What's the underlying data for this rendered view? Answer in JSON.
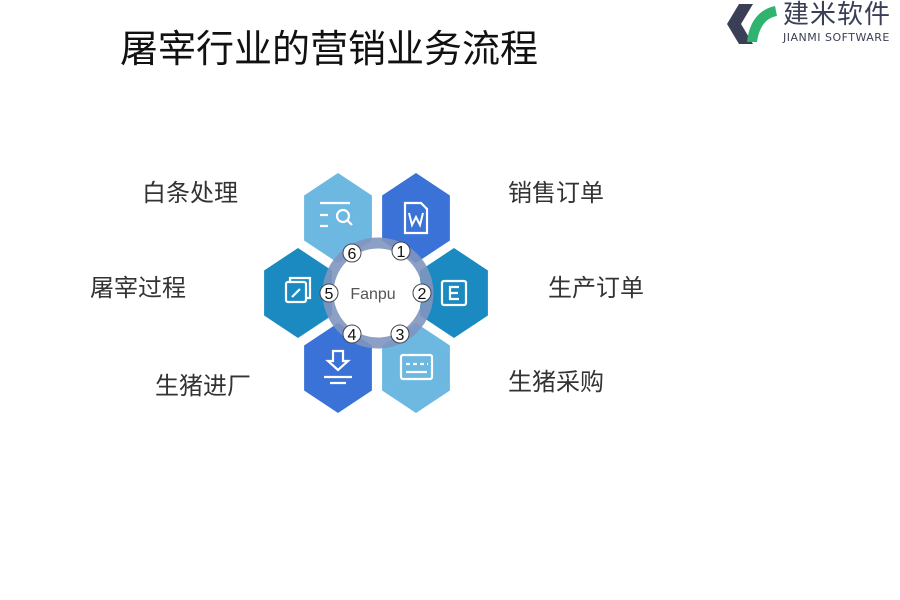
{
  "title": "屠宰行业的营销业务流程",
  "logo": {
    "cn": "建米软件",
    "en": "JIANMI SOFTWARE"
  },
  "center": "Fanpu",
  "steps": [
    {
      "num": "1",
      "label": "销售订单",
      "icon": "word-document-icon",
      "color": "#3a72d8"
    },
    {
      "num": "2",
      "label": "生产订单",
      "icon": "letter-e-icon",
      "color": "#1a8ac0"
    },
    {
      "num": "3",
      "label": "生猪采购",
      "icon": "card-icon",
      "color": "#6cb8e0"
    },
    {
      "num": "4",
      "label": "生猪进厂",
      "icon": "download-icon",
      "color": "#3a72d8"
    },
    {
      "num": "5",
      "label": "屠宰过程",
      "icon": "link-icon",
      "color": "#1a8ac0"
    },
    {
      "num": "6",
      "label": "白条处理",
      "icon": "search-list-icon",
      "color": "#6cb8e0"
    }
  ]
}
